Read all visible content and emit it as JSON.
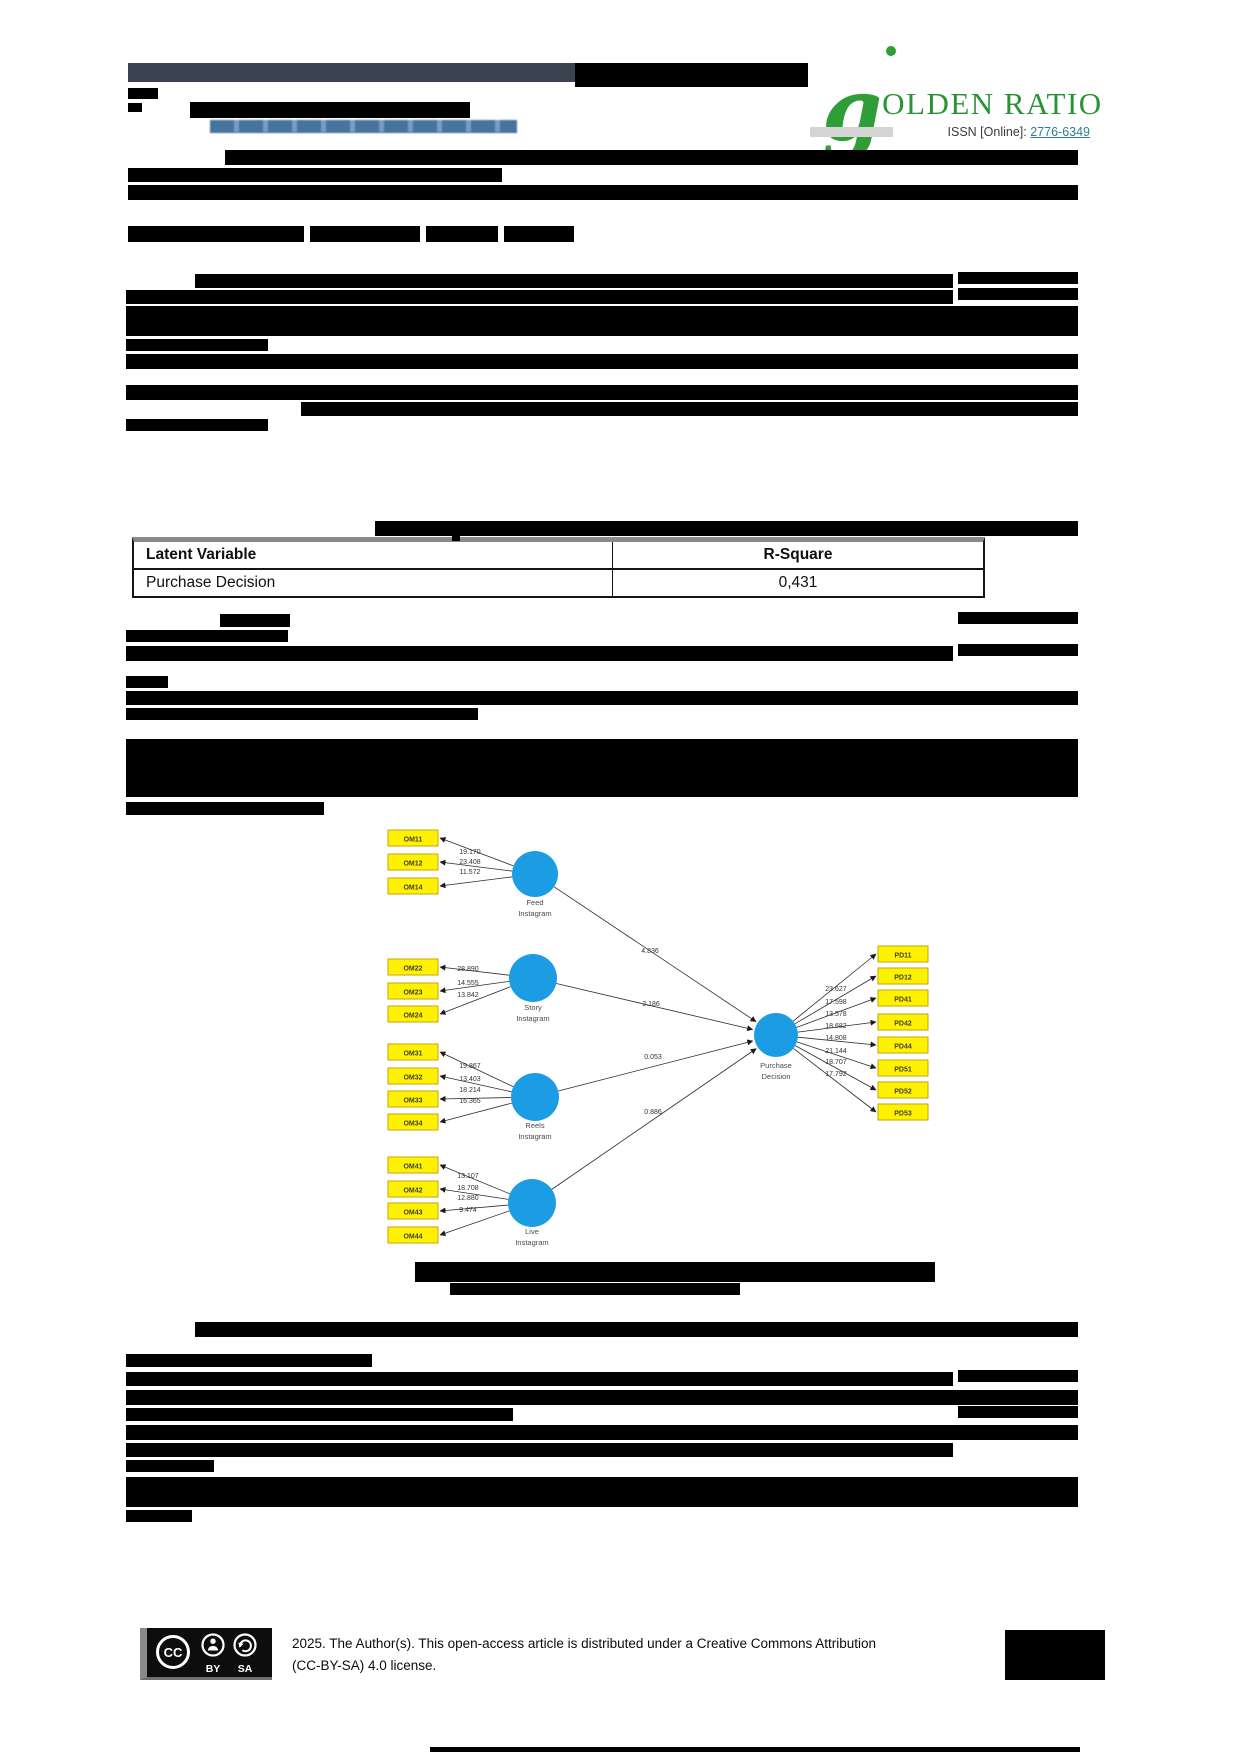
{
  "logo": {
    "text_initial": "g",
    "text_rest": "OLDEN RATIO"
  },
  "header": {
    "issn_label": "ISSN [Online]:",
    "issn_value": "2776-6349"
  },
  "table": {
    "headers": [
      "Latent Variable",
      "R-Square"
    ],
    "rows": [
      [
        "Purchase Decision",
        "0,431"
      ]
    ]
  },
  "figure": {
    "type": "sem-path-diagram",
    "constructs": [
      {
        "name": "Feed Instagram",
        "path_coefficient": "4.836",
        "indicators": [
          {
            "id": "OM11",
            "loading": "19.170"
          },
          {
            "id": "OM12",
            "loading": "23.408"
          },
          {
            "id": "OM14",
            "loading": "11.572"
          }
        ]
      },
      {
        "name": "Story Instagram",
        "path_coefficient": "2.186",
        "indicators": [
          {
            "id": "OM22",
            "loading": "28.890"
          },
          {
            "id": "OM23",
            "loading": "14.555"
          },
          {
            "id": "OM24",
            "loading": "13.842"
          }
        ]
      },
      {
        "name": "Reels Instagram",
        "path_coefficient": "0.053",
        "indicators": [
          {
            "id": "OM31",
            "loading": "19.867"
          },
          {
            "id": "OM32",
            "loading": "13.403"
          },
          {
            "id": "OM33",
            "loading": "18.214"
          },
          {
            "id": "OM34",
            "loading": "16.365"
          }
        ]
      },
      {
        "name": "Live Instagram",
        "path_coefficient": "0.886",
        "indicators": [
          {
            "id": "OM41",
            "loading": "13.107"
          },
          {
            "id": "OM42",
            "loading": "18.708"
          },
          {
            "id": "OM43",
            "loading": "12.880"
          },
          {
            "id": "OM44",
            "loading": "9.474"
          }
        ]
      }
    ],
    "outcome": {
      "name": "Purchase Decision",
      "indicators": [
        {
          "id": "PD11",
          "loading": "23.627"
        },
        {
          "id": "PD12",
          "loading": "17.598"
        },
        {
          "id": "PD41",
          "loading": "13.578"
        },
        {
          "id": "PD42",
          "loading": "18.682"
        },
        {
          "id": "PD44",
          "loading": "14.808"
        },
        {
          "id": "PD51",
          "loading": "21.144"
        },
        {
          "id": "PD52",
          "loading": "18.707"
        },
        {
          "id": "PD53",
          "loading": "17.792"
        }
      ]
    }
  },
  "footer": {
    "cc": "CC",
    "by": "BY",
    "sa": "SA",
    "license_line1": "2025. The Author(s). This open-access article is distributed under a Creative Commons Attribution",
    "license_line2": "(CC-BY-SA) 4.0 license."
  },
  "colors": {
    "accent_green": "#2f9e37",
    "link_teal": "#2e7d93",
    "indicator_yellow": "#fff200",
    "indicator_border": "#c9a50a",
    "latent_blue": "#1b9ce3",
    "edge": "#2b2b2b"
  }
}
